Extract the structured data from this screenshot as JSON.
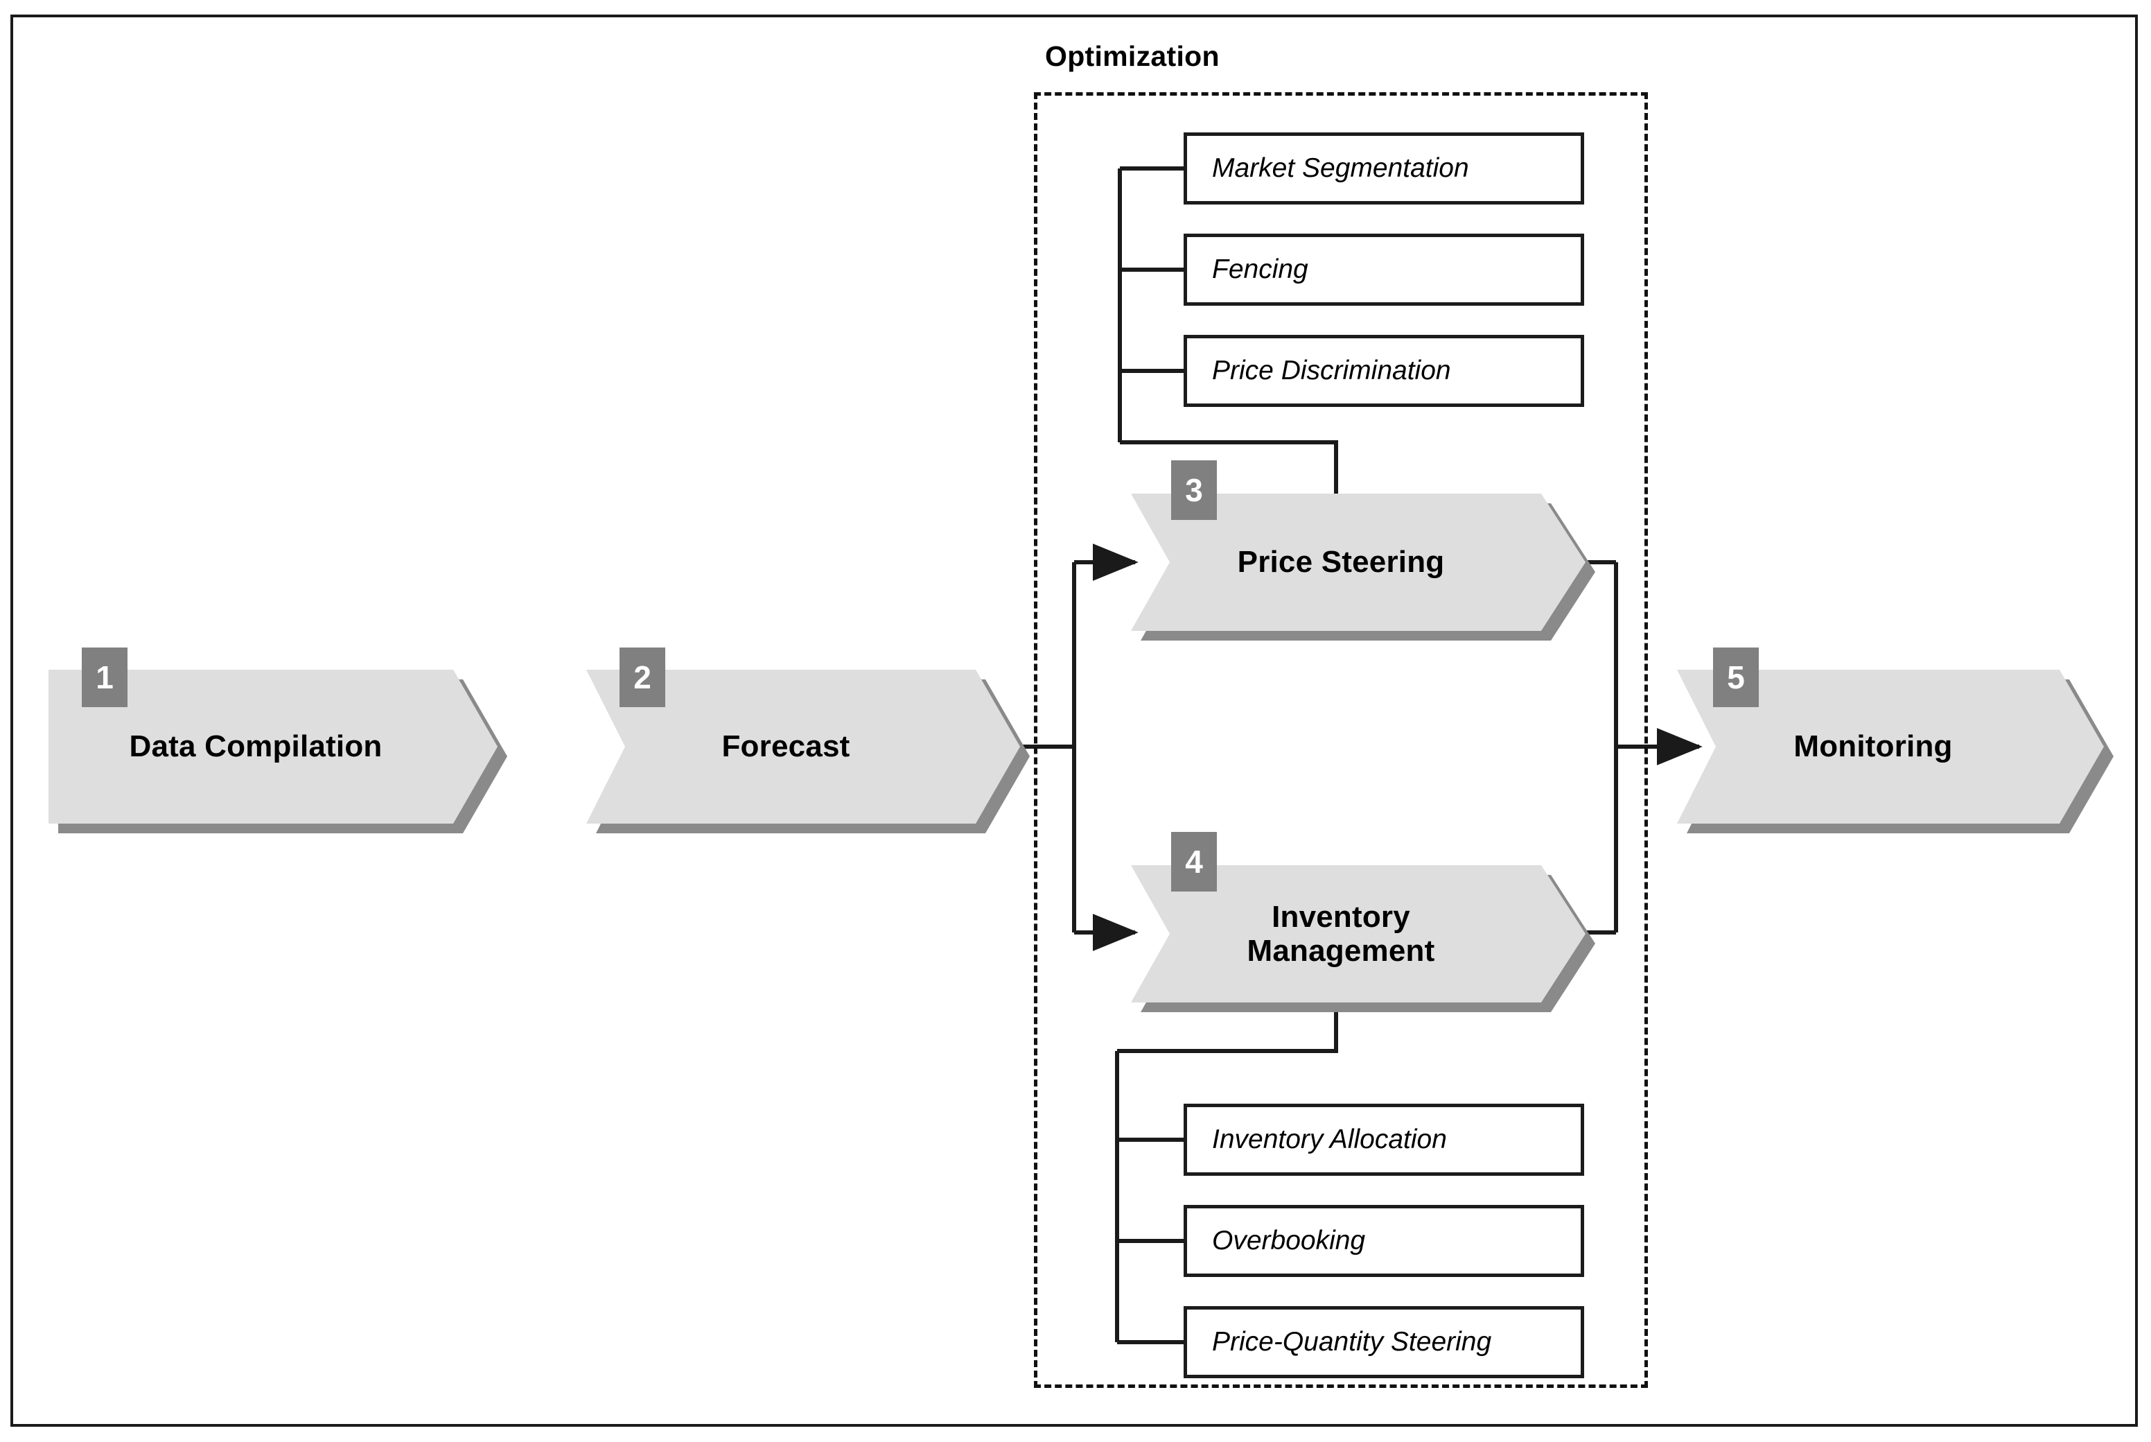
{
  "diagram": {
    "group": {
      "title": "Optimization"
    },
    "stages": [
      {
        "number": "1",
        "label": "Data Compilation",
        "shape": "pointed-right"
      },
      {
        "number": "2",
        "label": "Forecast",
        "shape": "chevron"
      },
      {
        "number": "3",
        "label": "Price Steering",
        "shape": "chevron"
      },
      {
        "number": "4",
        "label": "Inventory Management",
        "shape": "chevron"
      },
      {
        "number": "5",
        "label": "Monitoring",
        "shape": "chevron"
      }
    ],
    "price_steering_subitems": [
      {
        "label": "Market Segmentation"
      },
      {
        "label": "Fencing"
      },
      {
        "label": "Price Discrimination"
      }
    ],
    "inventory_subitems": [
      {
        "label": "Inventory Allocation"
      },
      {
        "label": "Overbooking"
      },
      {
        "label": "Price-Quantity Steering"
      }
    ],
    "colors": {
      "shape_fill": "#dedede",
      "shape_shadow": "#8a8a8a",
      "badge_fill": "#808080",
      "badge_text": "#ffffff",
      "line": "#1a1a1a",
      "background": "#ffffff"
    },
    "flow": [
      {
        "from": "Forecast",
        "to": "Price Steering"
      },
      {
        "from": "Forecast",
        "to": "Inventory Management"
      },
      {
        "from": "Price Steering",
        "to": "Monitoring"
      },
      {
        "from": "Inventory Management",
        "to": "Monitoring"
      },
      {
        "from": "Price Steering",
        "to": "Market Segmentation"
      },
      {
        "from": "Price Steering",
        "to": "Fencing"
      },
      {
        "from": "Price Steering",
        "to": "Price Discrimination"
      },
      {
        "from": "Inventory Management",
        "to": "Inventory Allocation"
      },
      {
        "from": "Inventory Management",
        "to": "Overbooking"
      },
      {
        "from": "Inventory Management",
        "to": "Price-Quantity Steering"
      }
    ]
  }
}
